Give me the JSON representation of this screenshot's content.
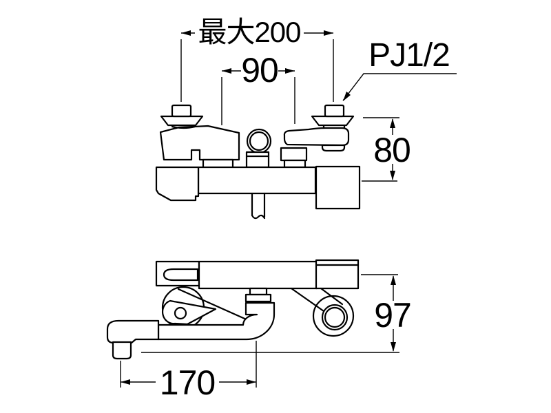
{
  "drawing": {
    "colors": {
      "line": "#000000",
      "background": "#ffffff"
    },
    "dimensions": {
      "max200": "最大200",
      "pitch90": "90",
      "thread": "PJ1/2",
      "wall_offset80": "80",
      "depth97": "97",
      "reach170": "170"
    }
  }
}
